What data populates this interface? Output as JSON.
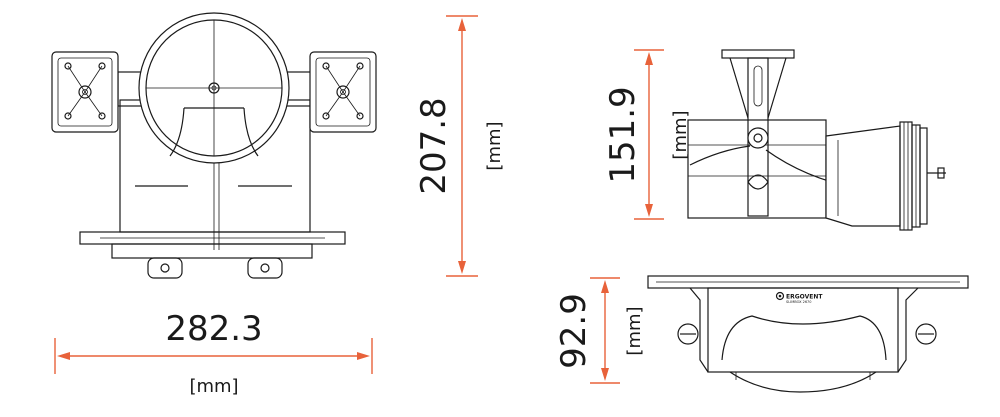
{
  "front_view": {
    "width": "282.3",
    "height": "207.8",
    "width_unit": "[mm]",
    "height_unit": "[mm]"
  },
  "side_view": {
    "height": "151.9",
    "unit": "[mm]"
  },
  "top_view": {
    "depth": "92.9",
    "unit": "[mm]",
    "brand": "ERGOVENT",
    "model": "SLIMBOX 2670"
  },
  "colors": {
    "dimension": "#e8623a",
    "linework": "#1a1a1a"
  },
  "icons": [
    "brand-logo-icon"
  ]
}
